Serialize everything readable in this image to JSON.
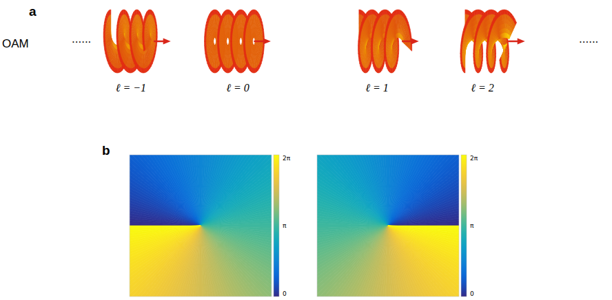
{
  "diagram": {
    "labels": [
      "a",
      "OAM",
      "......",
      "ℓ = −1",
      "ℓ = 0",
      "ℓ = 1",
      "ℓ = 2",
      "......",
      "b",
      "2π",
      "π",
      "0",
      "2π",
      "π",
      "0"
    ]
  }
}
